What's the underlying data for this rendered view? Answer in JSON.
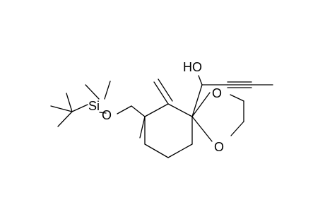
{
  "molecule": {
    "atoms": {
      "hydroxyl": "HO",
      "silicon": "Si",
      "ether_oxygen": "O",
      "ring_oxygen_top": "O",
      "ring_oxygen_bottom": "O"
    },
    "colors": {
      "bond": "#000000",
      "label": "#000000",
      "background": "#ffffff"
    }
  }
}
